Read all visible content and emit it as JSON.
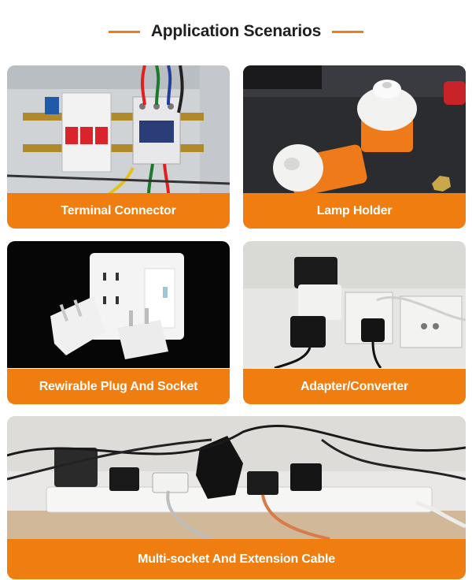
{
  "header": {
    "title": "Application Scenarios"
  },
  "colors": {
    "accent": "#ef7d0f",
    "title": "#1f1f1f"
  },
  "cards": [
    {
      "label": "Terminal Connector",
      "image": "terminal-connector-photo"
    },
    {
      "label": "Lamp Holder",
      "image": "lamp-holder-photo"
    },
    {
      "label": "Rewirable Plug And Socket",
      "image": "rewirable-plug-socket-photo"
    },
    {
      "label": "Adapter/Converter",
      "image": "adapter-converter-photo"
    },
    {
      "label": "Multi-socket And Extension Cable",
      "image": "extension-cable-photo"
    }
  ]
}
